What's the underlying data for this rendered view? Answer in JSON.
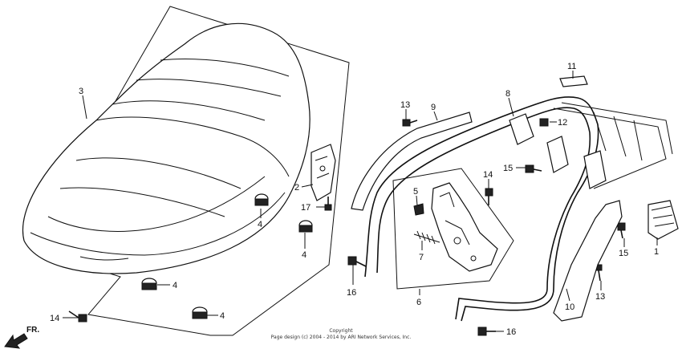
{
  "callouts": {
    "c1": "1",
    "c2": "2",
    "c3": "3",
    "c4a": "4",
    "c4b": "4",
    "c4c": "4",
    "c4d": "4",
    "c5": "5",
    "c6": "6",
    "c7": "7",
    "c8": "8",
    "c9": "9",
    "c10": "10",
    "c11": "11",
    "c12": "12",
    "c13a": "13",
    "c13b": "13",
    "c14a": "14",
    "c14b": "14",
    "c15a": "15",
    "c15b": "15",
    "c16a": "16",
    "c16b": "16",
    "c17": "17"
  },
  "front_label": "FR.",
  "copyright": {
    "line1": "Copyright",
    "line2": "Page design (c) 2004 - 2014 by ARI Network Services, Inc."
  }
}
